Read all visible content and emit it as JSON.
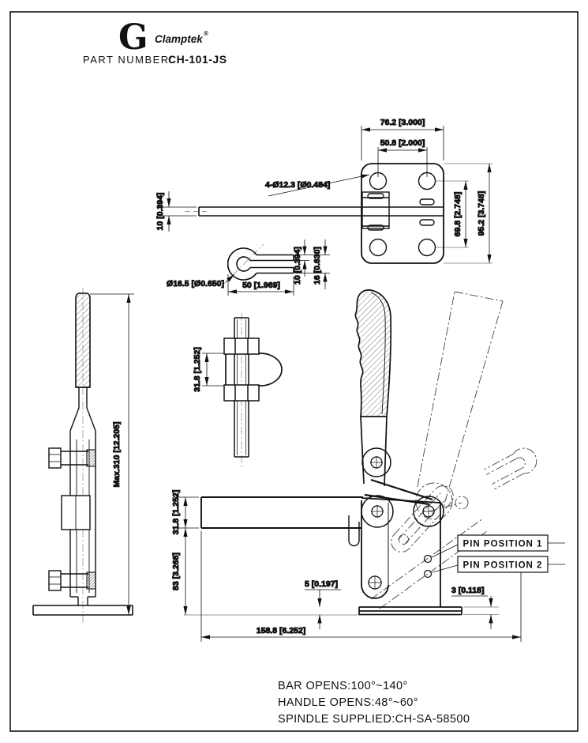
{
  "header": {
    "logo_mark": "G",
    "brand": "Clamptek",
    "registered": "®",
    "part_label": "PART NUMBER:",
    "part_number": "CH-101-JS"
  },
  "top_view": {
    "dim_width_outer": "76.2 [3.000]",
    "dim_width_inner": "50.8 [2.000]",
    "dim_holes": "4-Ø12.3 [Ø0.484]",
    "dim_rod": "10 [0.394]",
    "dim_height_inner": "69.8 [2.748]",
    "dim_height_outer": "95.2 [3.748]"
  },
  "ubolt_view": {
    "dim_diameter": "Ø16.5 [Ø0.650]",
    "dim_length": "50 [1.969]",
    "dim_wire": "10 [0.394]",
    "dim_span": "16 [0.630]"
  },
  "spindle_view": {
    "dim_clevis": "31.8 [1.252]"
  },
  "side_view": {
    "dim_max_height": "Max.310 [12.205]"
  },
  "front_view": {
    "dim_bar": "31.8 [1.252]",
    "dim_body": "83 [3.268]",
    "dim_lip": "5 [0.197]",
    "dim_base": "3 [0.118]",
    "dim_length": "158.8 [6.252]",
    "pin_label_1": "PIN POSITION 1",
    "pin_label_2": "PIN POSITION 2"
  },
  "notes": {
    "line1": "BAR OPENS:100°~140°",
    "line2": "HANDLE OPENS:48°~60°",
    "line3": "SPINDLE SUPPLIED:CH-SA-58500"
  },
  "colors": {
    "line": "#111111",
    "construction": "#9a9a9a"
  }
}
